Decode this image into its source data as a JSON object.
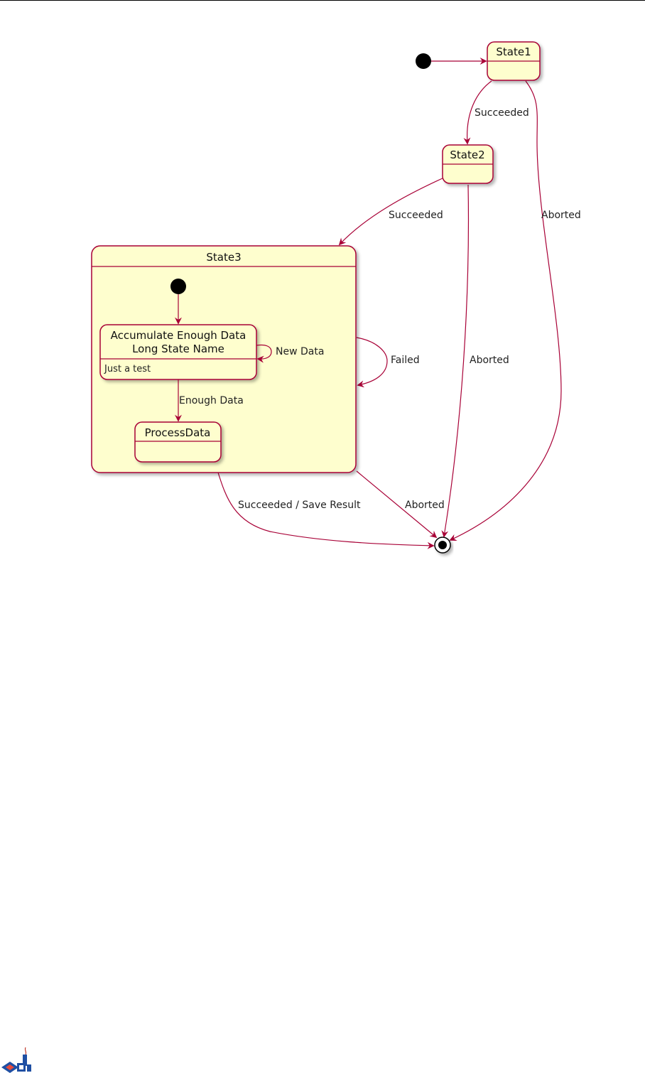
{
  "states": {
    "state1": {
      "name": "State1"
    },
    "state2": {
      "name": "State2"
    },
    "state3": {
      "name": "State3"
    },
    "accumulate": {
      "name_line1": "Accumulate Enough Data",
      "name_line2": "Long State Name",
      "description": "Just a test"
    },
    "process": {
      "name": "ProcessData"
    }
  },
  "transitions": {
    "state1_to_state2": "Succeeded",
    "state2_to_state3": "Succeeded",
    "state1_to_end": "Aborted",
    "state2_to_end": "Aborted",
    "state3_self": "Failed",
    "accumulate_self": "New Data",
    "accumulate_to_process": "Enough Data",
    "state3_to_end_success": "Succeeded / Save Result",
    "state3_to_end_abort": "Aborted"
  },
  "colors": {
    "state_fill": "#FEFECE",
    "state_border": "#A80036",
    "edge": "#A80036"
  }
}
